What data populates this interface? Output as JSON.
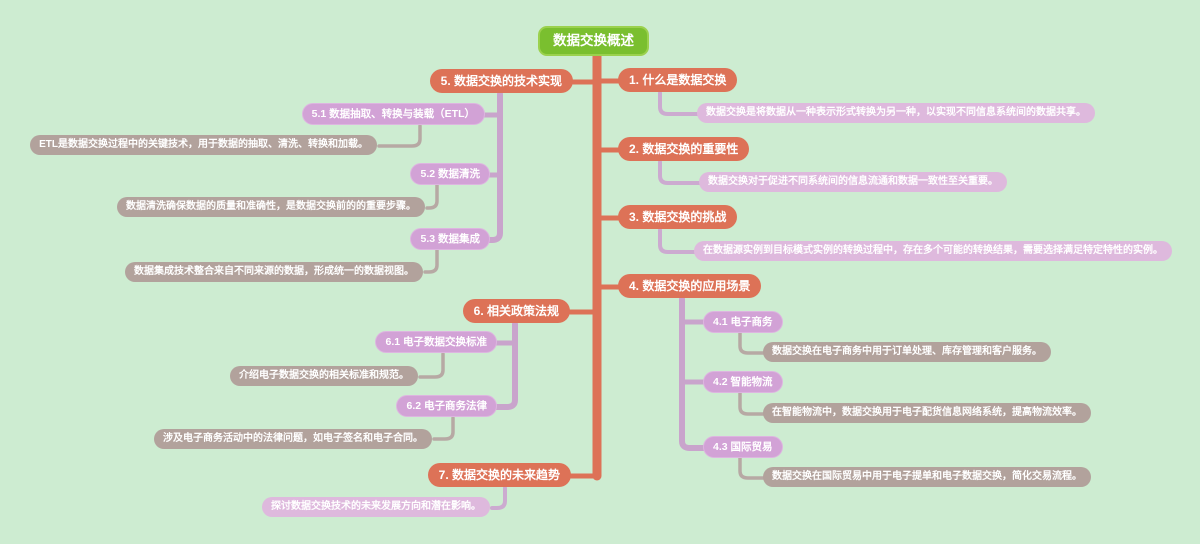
{
  "root": {
    "label": "数据交换概述"
  },
  "topics": {
    "t1": {
      "label": "1. 什么是数据交换",
      "note": "数据交换是将数据从一种表示形式转换为另一种，以实现不同信息系统间的数据共享。"
    },
    "t2": {
      "label": "2. 数据交换的重要性",
      "note": "数据交换对于促进不同系统间的信息流通和数据一致性至关重要。"
    },
    "t3": {
      "label": "3. 数据交换的挑战",
      "note": "在数据源实例到目标模式实例的转换过程中，存在多个可能的转换结果，需要选择满足特定特性的实例。"
    },
    "t4": {
      "label": "4. 数据交换的应用场景"
    },
    "t41": {
      "label": "4.1 电子商务",
      "note": "数据交换在电子商务中用于订单处理、库存管理和客户服务。"
    },
    "t42": {
      "label": "4.2 智能物流",
      "note": "在智能物流中，数据交换用于电子配货信息网络系统，提高物流效率。"
    },
    "t43": {
      "label": "4.3 国际贸易",
      "note": "数据交换在国际贸易中用于电子提单和电子数据交换，简化交易流程。"
    },
    "t5": {
      "label": "5. 数据交换的技术实现"
    },
    "t51": {
      "label": "5.1 数据抽取、转换与装载（ETL）",
      "note": "ETL是数据交换过程中的关键技术，用于数据的抽取、清洗、转换和加载。"
    },
    "t52": {
      "label": "5.2 数据清洗",
      "note": "数据清洗确保数据的质量和准确性，是数据交换前的的重要步骤。"
    },
    "t53": {
      "label": "5.3 数据集成",
      "note": "数据集成技术整合来自不同来源的数据，形成统一的数据视图。"
    },
    "t6": {
      "label": "6. 相关政策法规"
    },
    "t61": {
      "label": "6.1 电子数据交换标准",
      "note": "介绍电子数据交换的相关标准和规范。"
    },
    "t62": {
      "label": "6.2 电子商务法律",
      "note": "涉及电子商务活动中的法律问题，如电子签名和电子合同。"
    },
    "t7": {
      "label": "7. 数据交换的未来趋势",
      "note": "探讨数据交换技术的未来发展方向和潜在影响。"
    }
  },
  "colors": {
    "background": "#cdecd1",
    "root_fill": "#7abf2f",
    "root_border": "#9bd14e",
    "branch_fill": "#dd7257",
    "subtopic_fill": "#d2a2d6",
    "subtopic_border": "#ddb5e0",
    "note_level2_fill": "#deb9dd",
    "note_level3_fill": "#b2a29c",
    "connector_purple": "#c9a4cc",
    "connector_pink": "#ccaad0",
    "connector_gray": "#b7a9a4",
    "text": "#ffffff"
  }
}
